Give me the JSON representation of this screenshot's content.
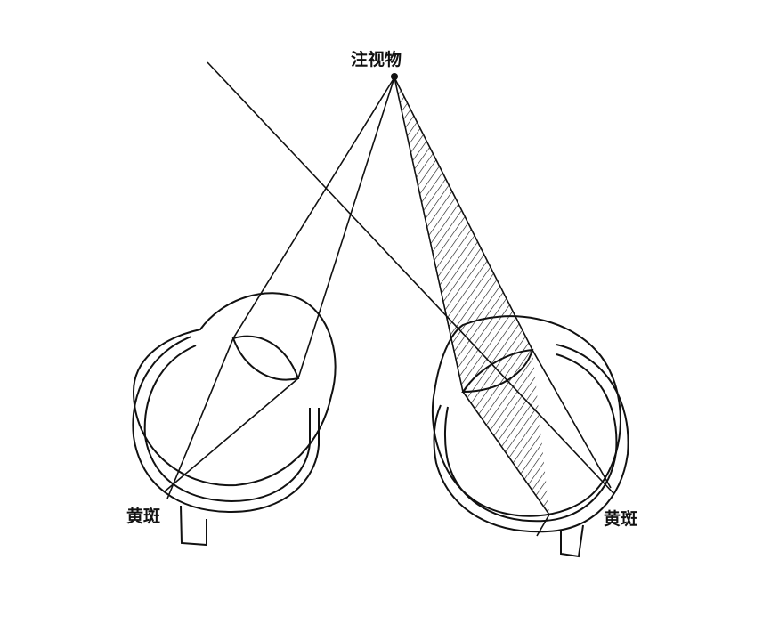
{
  "labels": {
    "fixation_object": "注视物",
    "macula_left": "黄斑",
    "macula_right": "黄斑"
  },
  "colors": {
    "line": "#111111",
    "background": "#ffffff"
  }
}
